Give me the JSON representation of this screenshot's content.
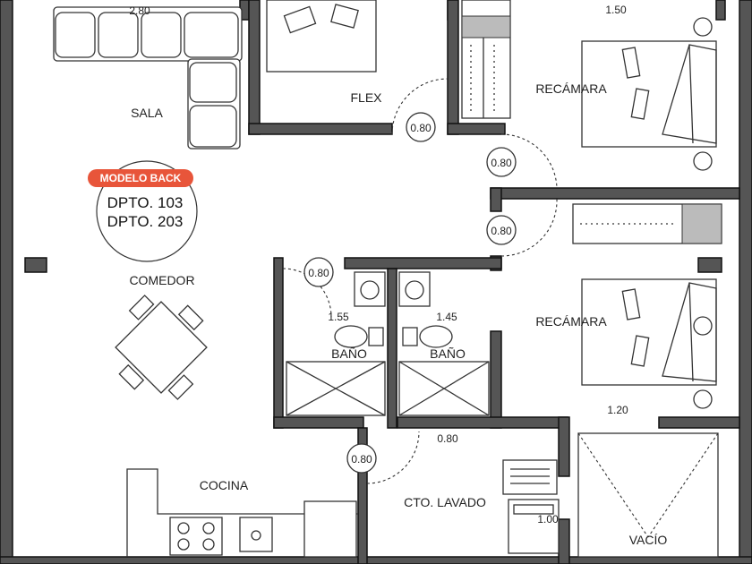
{
  "rooms": {
    "sala": "SALA",
    "flex": "FLEX",
    "recamara_top": "RECÁMARA",
    "recamara_bottom": "RECÁMARA",
    "comedor": "COMEDOR",
    "bano_left": "BAÑO",
    "bano_right": "BAÑO",
    "cocina": "COCINA",
    "lavado": "CTO. LAVADO",
    "vacio": "VACÍO"
  },
  "badge": {
    "label": "MODELO BACK",
    "units": [
      "DPTO. 103",
      "DPTO. 203"
    ],
    "color": "#e8553a"
  },
  "dimensions": {
    "sofa_width": "2.80",
    "recamara_top_width": "1.50",
    "flex_door": "0.80",
    "hall_door_upper": "0.80",
    "hall_door_lower": "0.80",
    "bano_left_door": "0.80",
    "bano_left_width": "1.55",
    "bano_right_width": "1.45",
    "recamara_bottom_window": "1.20",
    "bano_window": "0.80",
    "cocina_door": "0.80",
    "lavado_width": "1.00"
  }
}
